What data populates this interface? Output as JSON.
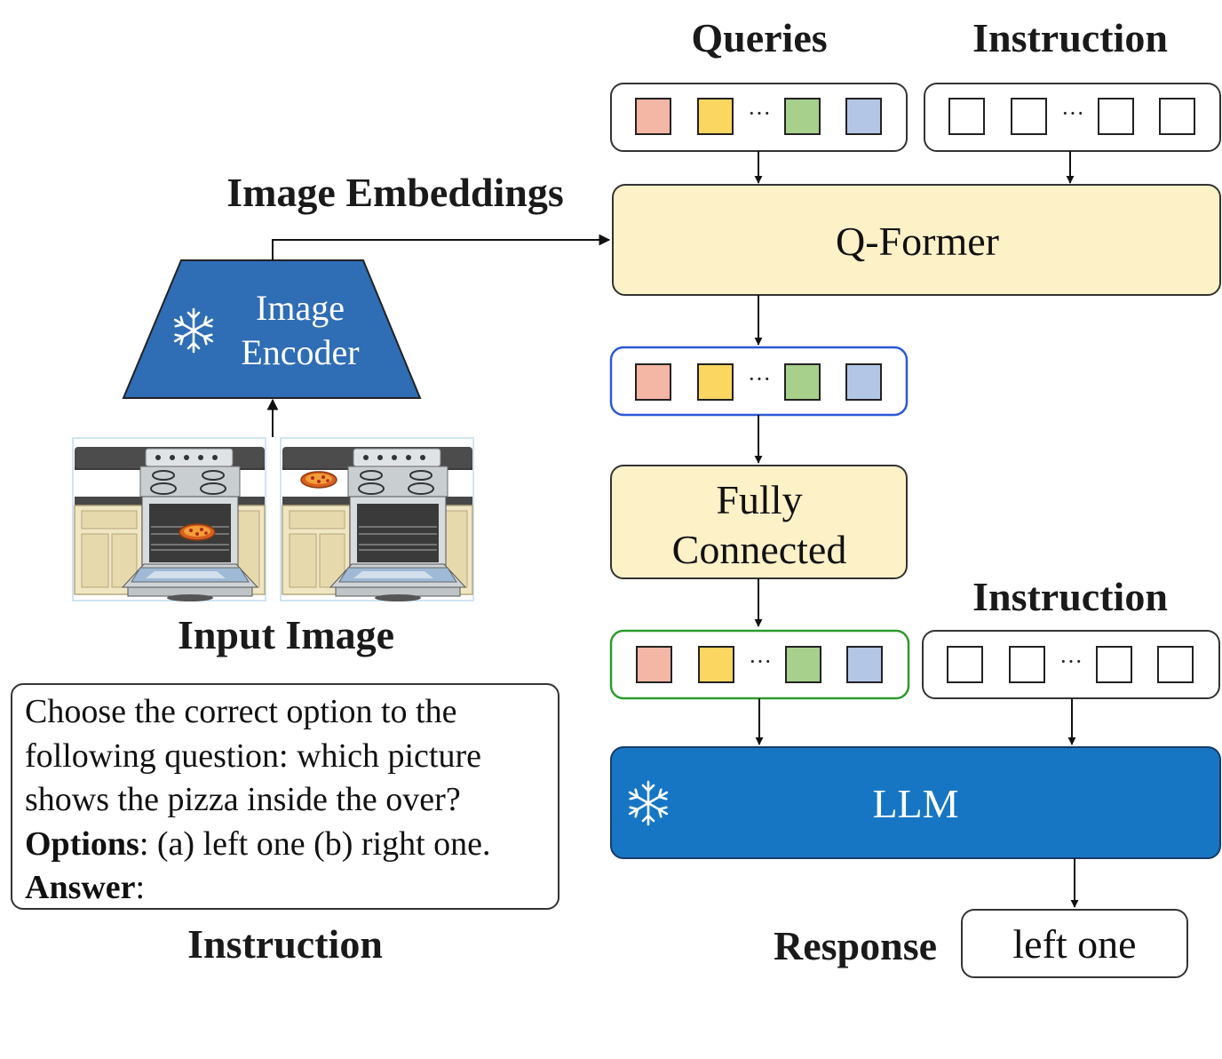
{
  "labels": {
    "queries": "Queries",
    "instruction_top": "Instruction",
    "image_embeddings": "Image Embeddings",
    "qformer": "Q-Former",
    "encoder_line1": "Image",
    "encoder_line2": "Encoder",
    "fc_line1": "Fully",
    "fc_line2": "Connected",
    "instruction_mid": "Instruction",
    "input_image": "Input Image",
    "llm": "LLM",
    "instruction_bottom": "Instruction",
    "response": "Response",
    "response_value": "left one",
    "ellipsis": "···"
  },
  "prompt": {
    "line1": "Choose the correct option to the",
    "line2": "following question: which picture",
    "line3": "shows the pizza inside the over?",
    "options_label": "Options",
    "options_text": ": (a) left one (b) right one.",
    "answer_label": "Answer",
    "answer_text": ":"
  },
  "colors": {
    "token_red": "#f4b6a5",
    "token_yellow": "#fbd660",
    "token_green": "#a7d08c",
    "token_blue": "#b4c6e6",
    "module_yellow": "#fdf1c8",
    "encoder_blue": "#2f6db5",
    "llm_blue": "#1776c4",
    "embed_border_blue": "#2b59d6",
    "embed_border_green": "#2e9a2e"
  },
  "icons": [
    "snowflake-icon",
    "oven-pizza-inside-image",
    "oven-pizza-top-image"
  ]
}
